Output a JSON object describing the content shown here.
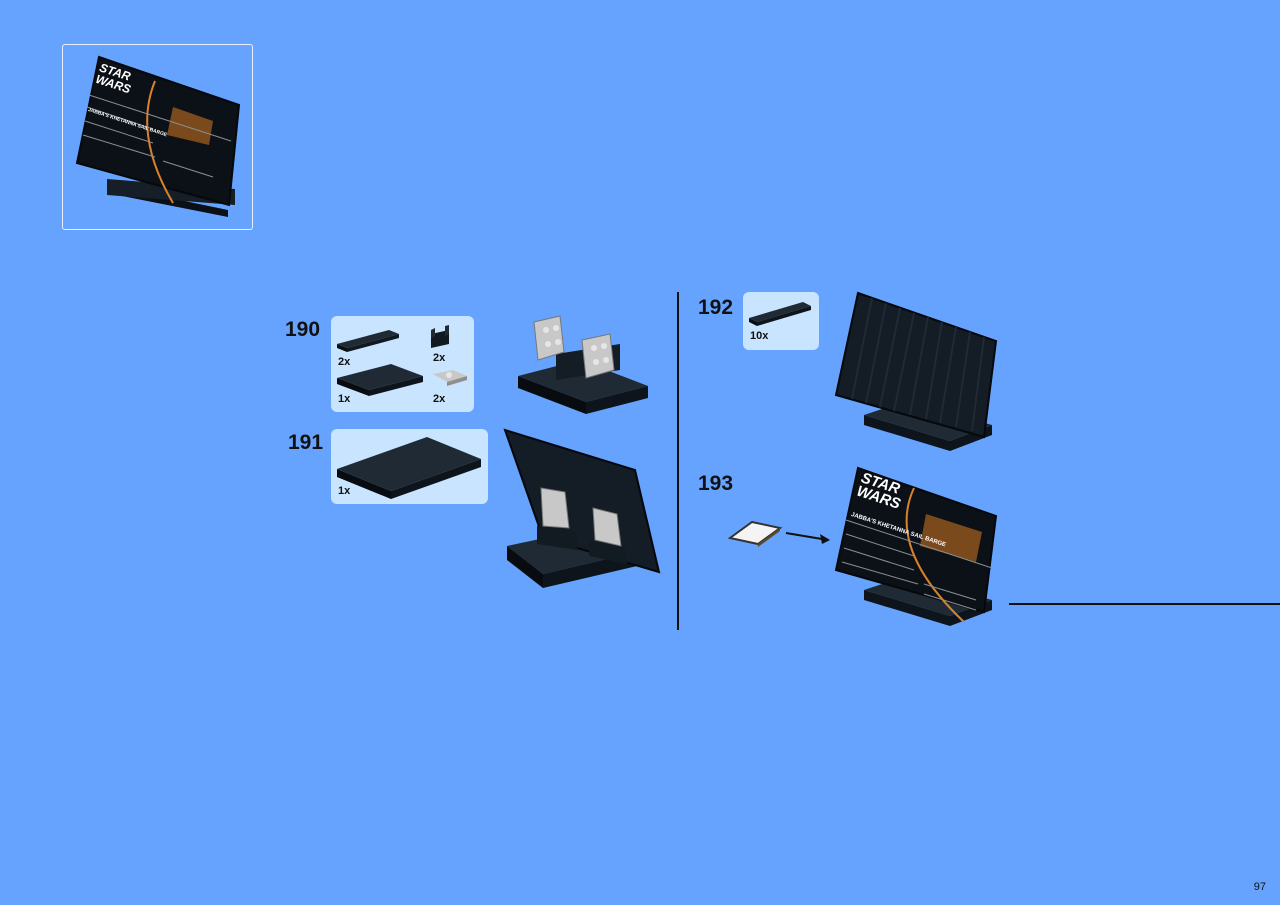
{
  "page": {
    "number": "97"
  },
  "thumbnail": {
    "plaque_logo": "STAR WARS",
    "plaque_title": "JABBA'S KHETANNA SAIL BARGE"
  },
  "steps": [
    {
      "number": "190",
      "parts": [
        {
          "qty": "2x",
          "name": "black-plate-1x6"
        },
        {
          "qty": "2x",
          "name": "black-bracket"
        },
        {
          "qty": "1x",
          "name": "black-plate-6x6"
        },
        {
          "qty": "2x",
          "name": "gray-hinge-plate"
        }
      ]
    },
    {
      "number": "191",
      "parts": [
        {
          "qty": "1x",
          "name": "black-plate-8x12"
        }
      ]
    },
    {
      "number": "192",
      "parts": [
        {
          "qty": "10x",
          "name": "black-tile-1x8"
        }
      ]
    },
    {
      "number": "193",
      "parts": [],
      "plaque_logo": "STAR WARS",
      "plaque_title": "JABBA'S KHETANNA SAIL BARGE"
    }
  ],
  "colors": {
    "background": "#66a3ff",
    "callout": "#c9e4ff",
    "brick": "#121a22",
    "accent": "#d9822b"
  }
}
